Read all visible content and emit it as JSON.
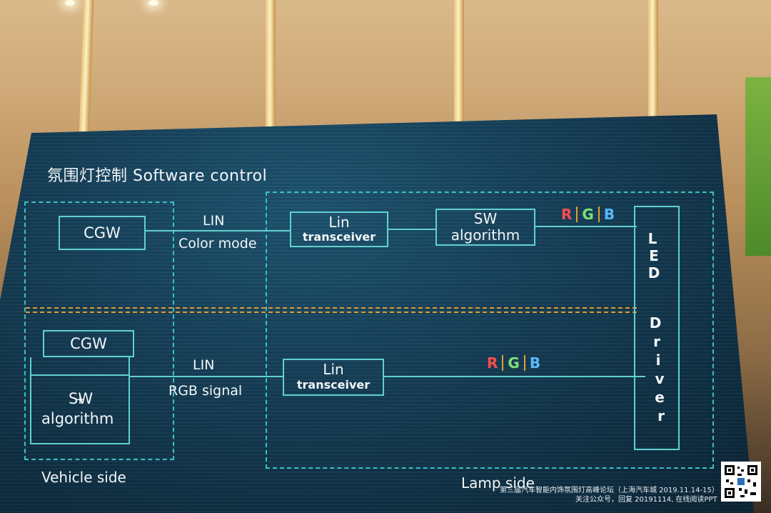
{
  "slide": {
    "title": "氛围灯控制  Software control",
    "vehicle_side_label": "Vehicle side",
    "lamp_side_label": "Lamp side",
    "top_row": {
      "cgw": "CGW",
      "link_line1": "LIN",
      "link_line2": "Color mode",
      "transceiver_line1": "Lin",
      "transceiver_line2": "transceiver",
      "sw_line1": "SW",
      "sw_line2": "algorithm",
      "rgb": [
        "R",
        "G",
        "B"
      ]
    },
    "bottom_row": {
      "cgw": "CGW",
      "plus": "+",
      "sw_line1": "SW",
      "sw_line2": "algorithm",
      "link_line1": "LIN",
      "link_line2": "RGB signal",
      "transceiver_line1": "Lin",
      "transceiver_line2": "transceiver",
      "rgb": [
        "R",
        "G",
        "B"
      ]
    },
    "led_driver": [
      "L",
      "E",
      "D",
      "D",
      "r",
      "i",
      "v",
      "e",
      "r"
    ]
  },
  "watermark": {
    "line1": "第三届汽车智能内饰氛围灯高峰论坛（上海汽车城 2019.11.14-15）",
    "line2": "关注公众号，回复 20191114, 在线阅读PPT"
  },
  "colors": {
    "screen_bg": "#163f58",
    "box_border": "#5fd1d0",
    "dashed_border": "#38c2c6",
    "divider": "#e09b2d",
    "r": "#ff4d4d",
    "g": "#7fe07a",
    "b": "#5ab8ff"
  }
}
